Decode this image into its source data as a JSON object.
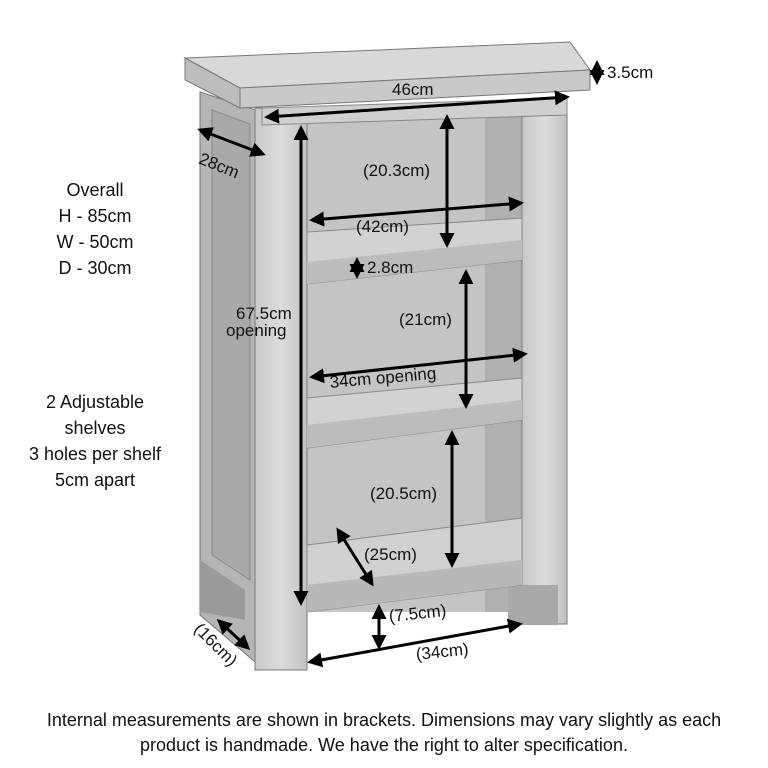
{
  "overall": {
    "heading": "Overall",
    "height": "H - 85cm",
    "width": "W - 50cm",
    "depth": "D - 30cm"
  },
  "shelves_note": {
    "line1": "2 Adjustable",
    "line2": "shelves",
    "line3": "3 holes per shelf",
    "line4": "5cm apart"
  },
  "dimensions": {
    "top_thickness": "3.5cm",
    "top_width": "46cm",
    "top_depth": "28cm",
    "upper_compartment_height": "(20.3cm)",
    "upper_compartment_width": "(42cm)",
    "shelf_thickness": "2.8cm",
    "opening_height_line1": "67.5cm",
    "opening_height_line2": "opening",
    "middle_compartment_height": "(21cm)",
    "opening_width": "34cm opening",
    "lower_compartment_height": "(20.5cm)",
    "shelf_depth": "(25cm)",
    "base_clearance": "(7.5cm)",
    "base_width": "(34cm)",
    "leg_depth": "(16cm)"
  },
  "footer": {
    "line1": "Internal measurements are shown in brackets. Dimensions may vary slightly as each",
    "line2": "product is handmade. We have the right to alter specification."
  },
  "colors": {
    "wood_light": "#d9d9d9",
    "wood_mid": "#bdbdbd",
    "wood_dark": "#8a8a8a",
    "arrow": "#000000"
  }
}
